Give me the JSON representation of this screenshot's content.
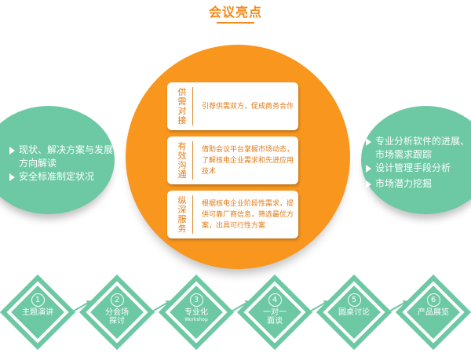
{
  "title": "会议亮点",
  "left_circle": {
    "items": [
      "现状、解决方案与发展方向解读",
      "安全标准制定状况"
    ]
  },
  "right_circle": {
    "items": [
      "专业分析软件的进展、市场需求跟踪",
      "设计管理手段分析",
      "市场潜力挖掘"
    ]
  },
  "cards": [
    {
      "label": "供需对接",
      "text": "引荐供需双方，促成商务合作"
    },
    {
      "label": "有效沟通",
      "text": "借助会议平台掌握市场动态，了解核电企业需求和先进应用技术"
    },
    {
      "label": "纵深服务",
      "text": "根据核电企业阶段性需求，提供可靠厂商信息，筛选最优方案，出具可行性方案"
    }
  ],
  "steps": [
    {
      "num": "1",
      "label": "主题演讲",
      "sub": ""
    },
    {
      "num": "2",
      "label": "分会场\n探讨",
      "sub": ""
    },
    {
      "num": "3",
      "label": "专业化",
      "sub": "Workshop"
    },
    {
      "num": "4",
      "label": "一对一\n面谈",
      "sub": ""
    },
    {
      "num": "5",
      "label": "圆桌讨论",
      "sub": ""
    },
    {
      "num": "6",
      "label": "产品展览",
      "sub": ""
    }
  ],
  "colors": {
    "accent": "#f08a1a",
    "orange": "#f8961e",
    "green": "#6dc8a4"
  }
}
